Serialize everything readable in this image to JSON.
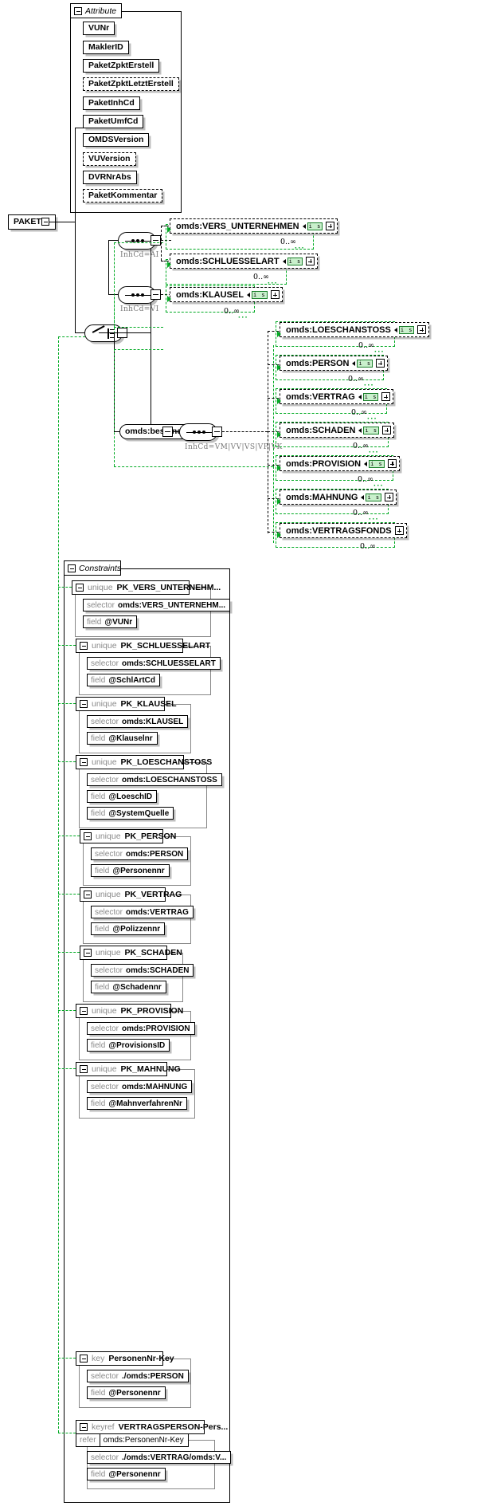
{
  "diagram": {
    "root": {
      "label": "PAKET"
    },
    "attribute_section": {
      "title": "Attribute",
      "toggle": "minus-icon",
      "attributes": [
        {
          "label": "VUNr",
          "optional": false
        },
        {
          "label": "MaklerID",
          "optional": false
        },
        {
          "label": "PaketZpktErstell",
          "optional": false
        },
        {
          "label": "PaketZpktLetztErstell",
          "optional": true
        },
        {
          "label": "PaketInhCd",
          "optional": false
        },
        {
          "label": "PaketUmfCd",
          "optional": false
        },
        {
          "label": "OMDSVersion",
          "optional": false
        },
        {
          "label": "VUVersion",
          "optional": true
        },
        {
          "label": "DVRNrAbs",
          "optional": false
        },
        {
          "label": "PaketKommentar",
          "optional": true
        }
      ]
    },
    "choice": {
      "type": "choice-compositor"
    },
    "branches": [
      {
        "compositor": "sequence",
        "condition": "InhCd=AI",
        "elements": [
          {
            "label": "omds:VERS_UNTERNEHMEN",
            "badge": "i s",
            "occurrence": "0..∞"
          },
          {
            "label": "omds:SCHLUESSELART",
            "badge": "i s",
            "occurrence": "0..∞"
          }
        ]
      },
      {
        "compositor": "sequence",
        "condition": "InhCd=VI",
        "elements": [
          {
            "label": "omds:KLAUSEL",
            "badge": "i s",
            "occurrence": "0..∞"
          }
        ]
      },
      {
        "compositor": "sequence",
        "group_label": "omds:bestand",
        "condition": "InhCd=VM|VV|VS|VP|VK",
        "elements": [
          {
            "label": "omds:LOESCHANSTOSS",
            "badge": "i s",
            "occurrence": "0..∞"
          },
          {
            "label": "omds:PERSON",
            "badge": "i s",
            "occurrence": "0..∞"
          },
          {
            "label": "omds:VERTRAG",
            "badge": "i s",
            "occurrence": "0..∞"
          },
          {
            "label": "omds:SCHADEN",
            "badge": "i s",
            "occurrence": "0..∞"
          },
          {
            "label": "omds:PROVISION",
            "badge": "i s",
            "occurrence": "0..∞"
          },
          {
            "label": "omds:MAHNUNG",
            "badge": "i s",
            "occurrence": "0..∞"
          },
          {
            "label": "omds:VERTRAGSFONDS",
            "badge": "",
            "occurrence": "0..∞"
          }
        ]
      }
    ],
    "constraints_section": {
      "title": "Constraints",
      "toggle": "minus-icon",
      "items": [
        {
          "kind": "unique",
          "name": "PK_VERS_UNTERNEHM...",
          "selector_key": "selector",
          "selector": "omds:VERS_UNTERNEHM...",
          "field_key": "field",
          "field": "@VUNr"
        },
        {
          "kind": "unique",
          "name": "PK_SCHLUESSELART",
          "selector_key": "selector",
          "selector": "omds:SCHLUESSELART",
          "field_key": "field",
          "field": "@SchlArtCd"
        },
        {
          "kind": "unique",
          "name": "PK_KLAUSEL",
          "selector_key": "selector",
          "selector": "omds:KLAUSEL",
          "field_key": "field",
          "field": "@Klauselnr"
        },
        {
          "kind": "unique",
          "name": "PK_LOESCHANSTOSS",
          "selector_key": "selector",
          "selector": "omds:LOESCHANSTOSS",
          "field_key": "field",
          "field": "@LoeschID",
          "field2_key": "field",
          "field2": "@SystemQuelle"
        },
        {
          "kind": "unique",
          "name": "PK_PERSON",
          "selector_key": "selector",
          "selector": "omds:PERSON",
          "field_key": "field",
          "field": "@Personennr"
        },
        {
          "kind": "unique",
          "name": "PK_VERTRAG",
          "selector_key": "selector",
          "selector": "omds:VERTRAG",
          "field_key": "field",
          "field": "@Polizzennr"
        },
        {
          "kind": "unique",
          "name": "PK_SCHADEN",
          "selector_key": "selector",
          "selector": "omds:SCHADEN",
          "field_key": "field",
          "field": "@Schadennr"
        },
        {
          "kind": "unique",
          "name": "PK_PROVISION",
          "selector_key": "selector",
          "selector": "omds:PROVISION",
          "field_key": "field",
          "field": "@ProvisionsID"
        },
        {
          "kind": "unique",
          "name": "PK_MAHNUNG",
          "selector_key": "selector",
          "selector": "omds:MAHNUNG",
          "field_key": "field",
          "field": "@MahnverfahrenNr"
        },
        {
          "kind": "key",
          "name": "PersonenNr-Key",
          "selector_key": "selector",
          "selector": "./omds:PERSON",
          "field_key": "field",
          "field": "@Personennr"
        },
        {
          "kind": "keyref",
          "name": "VERTRAGSPERSON-Pers...",
          "refer_key": "refer",
          "refer": "omds:PersonenNr-Key",
          "selector_key": "selector",
          "selector": "./omds:VERTRAG/omds:V...",
          "field_key": "field",
          "field": "@Personennr"
        }
      ]
    },
    "colors": {
      "accent_green": "#00aa22",
      "badge_bg": "#c9f0cc",
      "muted": "#8a8a8a"
    }
  }
}
